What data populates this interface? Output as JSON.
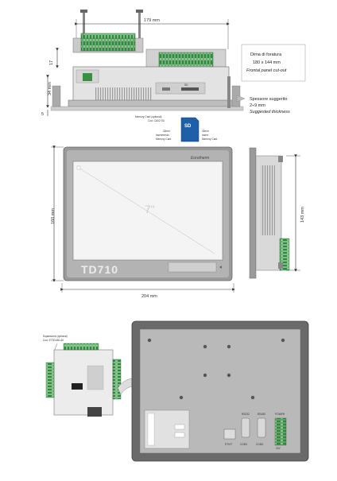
{
  "top_view": {
    "width_label": "179 mm",
    "height_label": "17",
    "depth_label": "34 mm",
    "bottom_label": "5"
  },
  "sd_label": "SD",
  "cut_out": {
    "line1": "Dima di foratura",
    "line2": "180 x 144 mm",
    "line3": "Frontal panel cut-out"
  },
  "thickness": {
    "line1": "Spessore suggerito",
    "line2": "2÷9 mm",
    "line3": "Suggested thickness"
  },
  "memory_card": {
    "line1": "Memory Card (optional)",
    "line2": "Cod. CA02 SD",
    "left_line1": "32mm",
    "left_line2": "inserimento",
    "left_line3": "Memory Card",
    "right_line1": "32mm",
    "right_line2": "insert",
    "right_line3": "Memory Card"
  },
  "front_view": {
    "brand": "Eurotherm",
    "screen_size": "7\"",
    "model": "TD710",
    "width_label": "204 mm",
    "height_label": "160 mm"
  },
  "side_view": {
    "height_label": "143 mm"
  },
  "expansion": {
    "line1": "Espansione (optional)",
    "line2": "Cod. ETD1446-A0"
  },
  "rear_labels": {
    "rs232": "RS232",
    "rs485": "RS485",
    "power": "POWER",
    "ethernet": "ETH/T",
    "com1": "COM1",
    "com2": "COM2",
    "power_small": "24V"
  }
}
